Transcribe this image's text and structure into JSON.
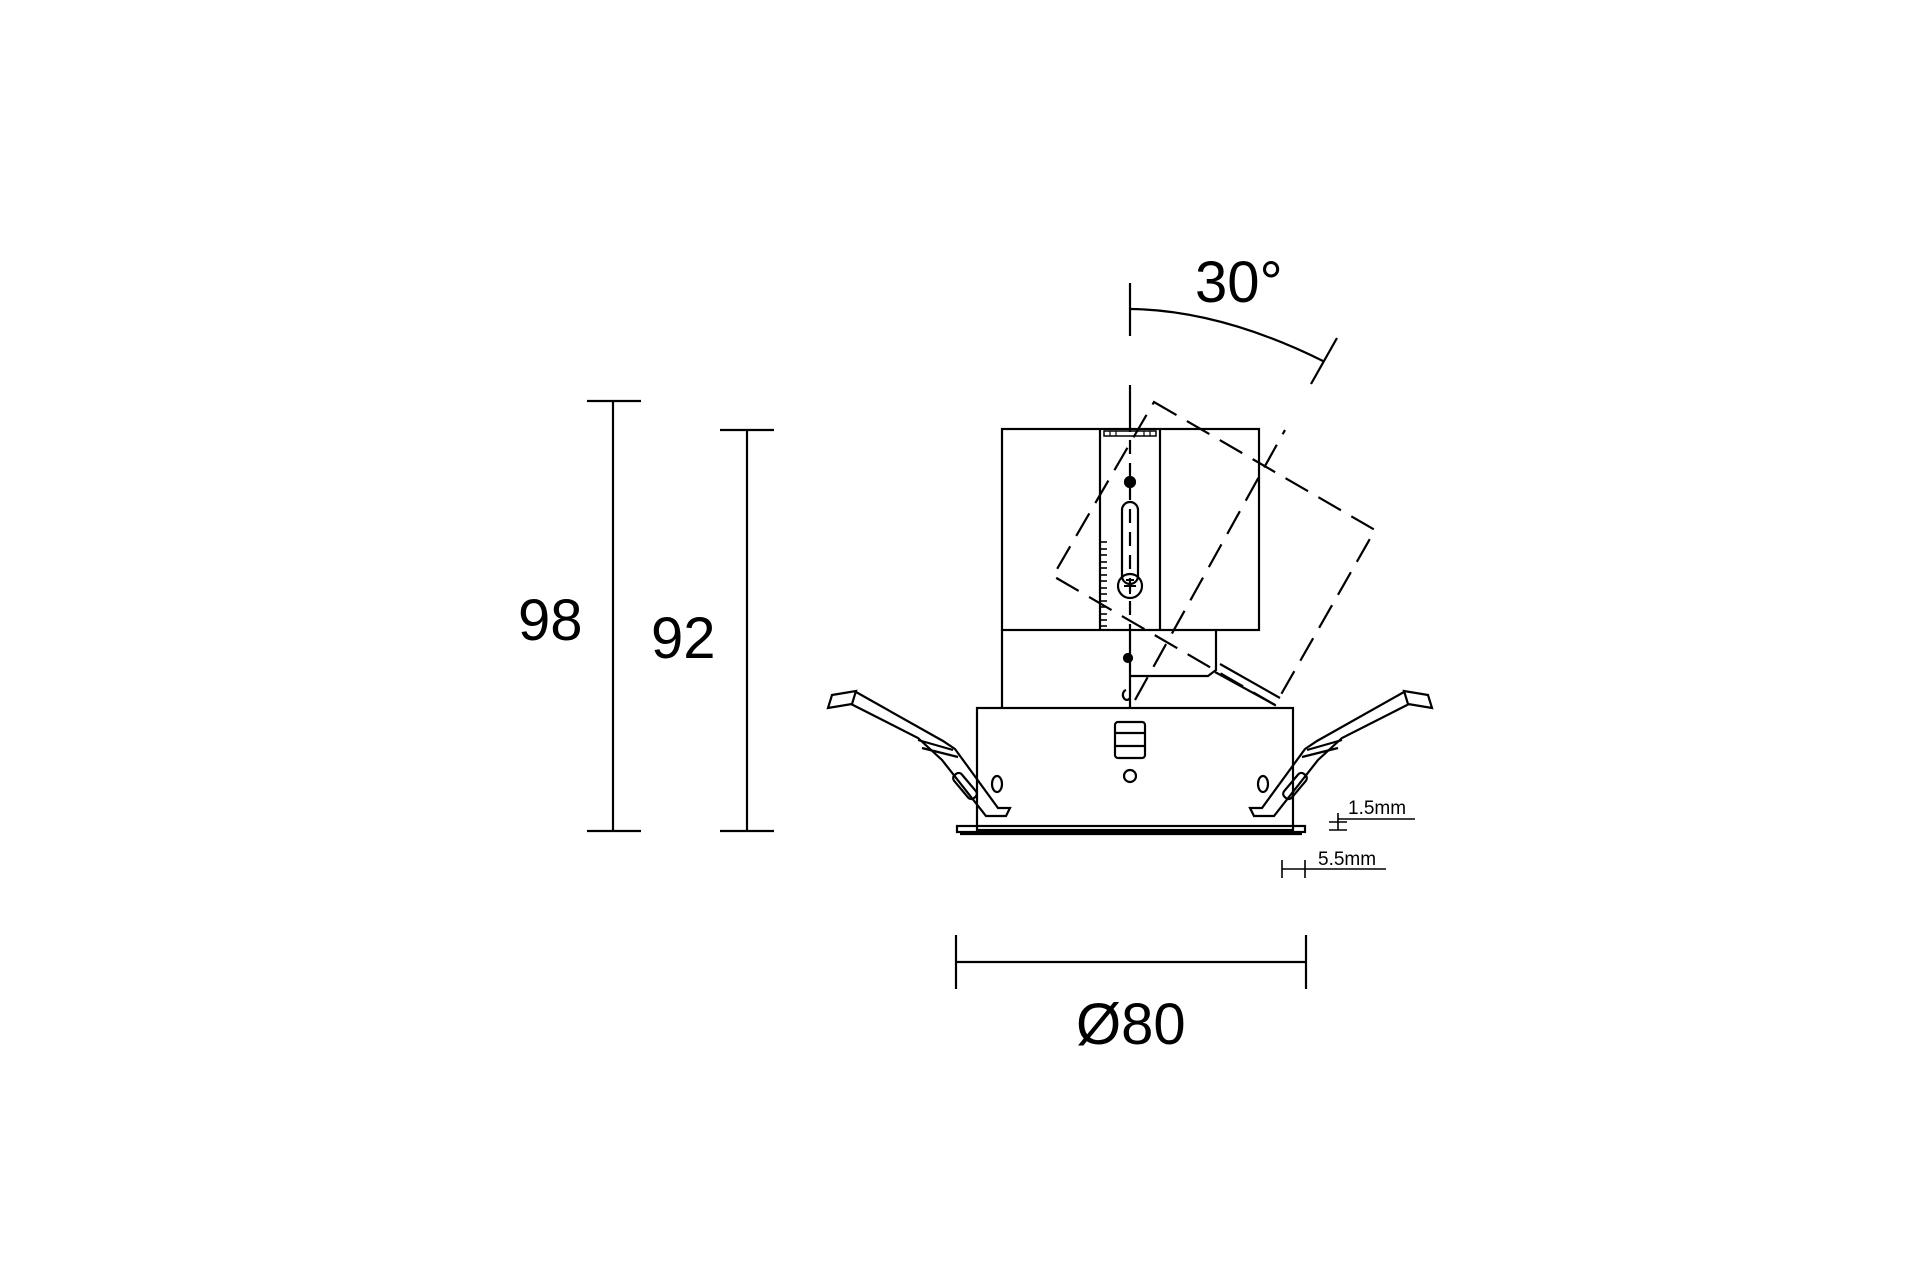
{
  "drawing": {
    "type": "technical dimension drawing",
    "subject": "recessed adjustable downlight, side elevation",
    "colors": {
      "line": "#000000",
      "background": "#ffffff"
    }
  },
  "dimensions": {
    "overall_height": {
      "label": "98",
      "value": 98,
      "unit": "mm"
    },
    "body_height": {
      "label": "92",
      "value": 92,
      "unit": "mm"
    },
    "diameter": {
      "label": "Ø80",
      "value": 80,
      "unit": "mm"
    },
    "tilt_angle": {
      "label": "30°",
      "value": 30,
      "unit": "deg"
    },
    "trim_thickness": {
      "label": "1.5mm",
      "value": 1.5,
      "unit": "mm"
    },
    "trim_overhang": {
      "label": "5.5mm",
      "value": 5.5,
      "unit": "mm"
    }
  }
}
